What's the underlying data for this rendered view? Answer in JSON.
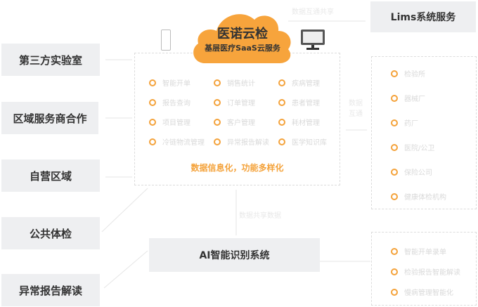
{
  "left_boxes": [
    "第三方实验室",
    "区域服务商合作",
    "自营区域",
    "公共体检",
    "异常报告解读"
  ],
  "cloud": {
    "title": "医诺云检",
    "subtitle": "基层医疗SaaS云服务",
    "color": "#f7a43c"
  },
  "devices": {
    "left": "mobile-phone-icon",
    "right": "desktop-monitor-icon"
  },
  "features": [
    [
      "智能开单",
      "销售统计",
      "疾病管理"
    ],
    [
      "报告查询",
      "订单管理",
      "患者管理"
    ],
    [
      "项目管理",
      "客户管理",
      "耗材管理"
    ],
    [
      "冷链物流管理",
      "异常报告解读",
      "医学知识库"
    ]
  ],
  "center_caption": "数据信息化，功能多样化",
  "connector_labels": {
    "top": "数据互通共享",
    "middle": "数据\n互通",
    "bottom": "数据共享数据"
  },
  "lims": "Lims系统服务",
  "lims_partners": [
    "检验所",
    "器械厂",
    "药厂",
    "医院/公卫",
    "保险公司",
    "健康体检机构"
  ],
  "ai_box": "AI智能识别系统",
  "ai_features": [
    "智能开单录单",
    "检验报告智能解读",
    "慢病管理智能化"
  ],
  "colors": {
    "accent": "#f4a23a",
    "box_bg": "#eeeff1"
  }
}
